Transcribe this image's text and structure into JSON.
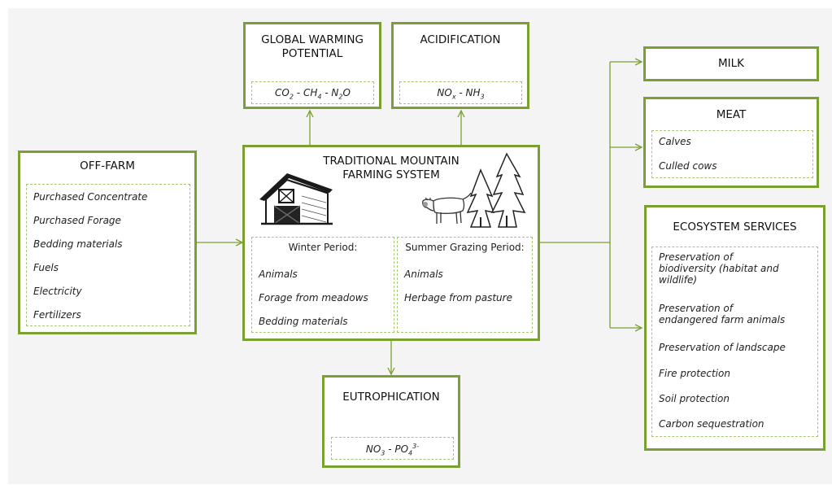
{
  "global_warming": {
    "title_line1": "GLOBAL WARMING",
    "title_line2": "POTENTIAL",
    "gases": {
      "co2": "CO",
      "co2_sub": "2",
      "sep1": " - ",
      "ch4": "CH",
      "ch4_sub": "4",
      "sep2": " - ",
      "n2o": "N",
      "n2o_sub": "2",
      "n2o_end": "O"
    }
  },
  "acidification": {
    "title": "ACIDIFICATION",
    "gases": {
      "nox": "NO",
      "nox_sub": "x",
      "sep": " - ",
      "nh3": "NH",
      "nh3_sub": "3"
    }
  },
  "off_farm": {
    "title": "OFF-FARM",
    "items": [
      "Purchased Concentrate",
      "Purchased Forage",
      "Bedding materials",
      "Fuels",
      "Electricity",
      "Fertilizers"
    ]
  },
  "system": {
    "title_line1": "TRADITIONAL MOUNTAIN",
    "title_line2": "FARMING SYSTEM",
    "winter": {
      "title": "Winter Period:",
      "items": [
        "Animals",
        "Forage from meadows",
        "Bedding materials"
      ]
    },
    "summer": {
      "title": "Summer Grazing Period:",
      "items": [
        "Animals",
        "Herbage from pasture"
      ]
    }
  },
  "eutrophication": {
    "title": "EUTROPHICATION",
    "gases": {
      "no3": "NO",
      "no3_sub": "3",
      "sep": " - ",
      "po4": "PO",
      "po4_sub": "4",
      "po4_sup": "3-"
    }
  },
  "milk": {
    "title": "MILK"
  },
  "meat": {
    "title": "MEAT",
    "items": [
      "Calves",
      "Culled cows"
    ]
  },
  "ecosystem": {
    "title": "ECOSYSTEM SERVICES",
    "items": [
      {
        "line1": "Preservation of",
        "line2": "biodiversity (habitat and",
        "line3": "wildlife)"
      },
      {
        "line1": "Preservation of",
        "line2": "endangered farm animals"
      },
      {
        "line1": "Preservation of landscape"
      },
      {
        "line1": "Fire protection"
      },
      {
        "line1": "Soil protection"
      },
      {
        "line1": "Carbon sequestration"
      }
    ]
  },
  "colors": {
    "frame": "#7aa032",
    "dashed": "#a7c572",
    "background": "#f4f4f4"
  },
  "icons": [
    "barn-icon",
    "cow-icon",
    "fir-trees-icon"
  ]
}
